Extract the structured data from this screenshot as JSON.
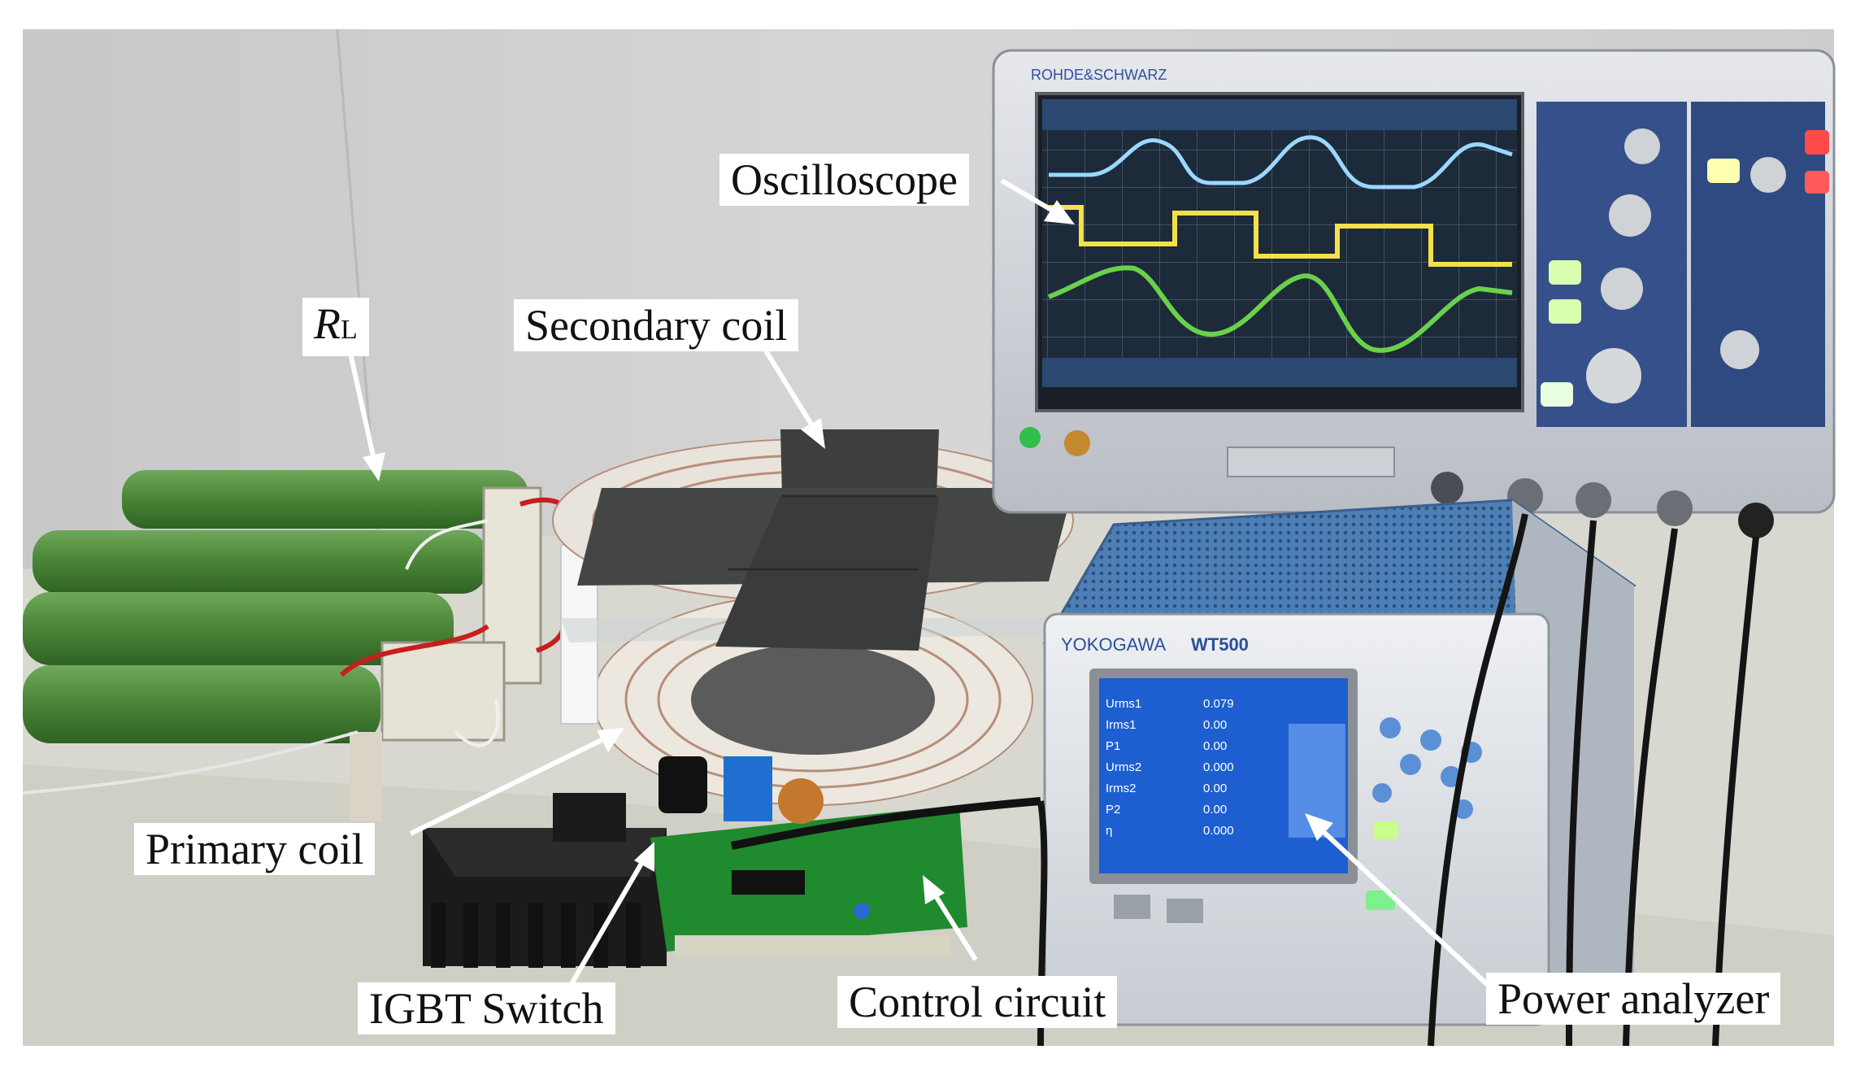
{
  "labels": {
    "oscilloscope": "Oscilloscope",
    "secondary_coil": "Secondary coil",
    "rl_main": "R",
    "rl_sub": "L",
    "primary_coil": "Primary coil",
    "igbt_switch": "IGBT Switch",
    "control_circuit": "Control circuit",
    "power_analyzer": "Power analyzer"
  },
  "device_text": {
    "oscilloscope_brand": "ROHDE&SCHWARZ",
    "analyzer_brand": "YOKOGAWA",
    "analyzer_model": "WT500"
  },
  "analyzer_screen": {
    "rows": [
      {
        "name": "Urms1",
        "value": "0.079"
      },
      {
        "name": "Irms1",
        "value": "0.00"
      },
      {
        "name": "P1",
        "value": "0.00"
      },
      {
        "name": "Urms2",
        "value": "0.000"
      },
      {
        "name": "Irms2",
        "value": "0.00"
      },
      {
        "name": "P2",
        "value": "0.00"
      },
      {
        "name": "η",
        "value": "0.000"
      }
    ]
  },
  "colors": {
    "wall": "#cfcfcf",
    "bench": "#d8d8d0",
    "resistor_green": "#4f8a3c",
    "scope_screen": "#1c2a3a",
    "trace_cyan": "#9ad8ff",
    "trace_yellow": "#f4e04a",
    "trace_green": "#6ad14a",
    "analyzer_screen": "#1d5fd0",
    "pcb_green": "#1f8a2e"
  }
}
